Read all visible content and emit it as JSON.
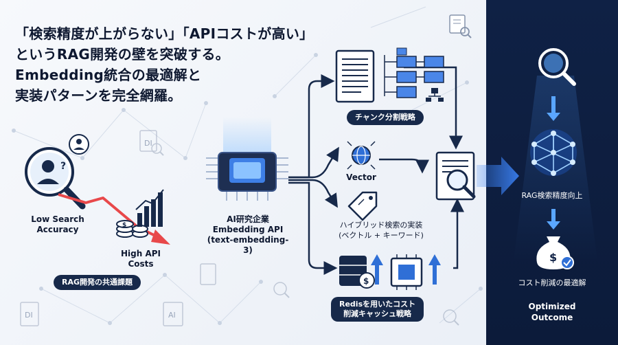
{
  "headline": {
    "line1": "「検索精度が上がらない」「APIコストが高い」",
    "line2": "というRAG開発の壁を突破する。",
    "line3": "Embedding統合の最適解と",
    "line4": "実装パターンを完全網羅。"
  },
  "left": {
    "low_search_line1": "Low Search",
    "low_search_line2": "Accuracy",
    "high_api_line1": "High API",
    "high_api_line2": "Costs",
    "common_issues": "RAG開発の共通課題",
    "doc_icon_text_1": "DI",
    "doc_icon_text_2": "AI",
    "doc_icon_text_3": "DI"
  },
  "center": {
    "chip_line1": "AI研究企業",
    "chip_line2": "Embedding API",
    "chip_line3": "(text-embedding-3)"
  },
  "middle": {
    "chunk_strategy": "チャンク分割戦略",
    "vector": "Vector",
    "hybrid_line1": "ハイブリッド検索の実装",
    "hybrid_line2": "(ベクトル + キーワード)",
    "redis_line1": "Redisを用いたコスト",
    "redis_line2": "削減キャッシュ戦略"
  },
  "right": {
    "accuracy_up": "RAG検索精度向上",
    "cost_opt": "コスト削減の最適解",
    "outcome_line1": "Optimized",
    "outcome_line2": "Outcome"
  },
  "colors": {
    "navy": "#17294a",
    "accent_blue": "#2f6fd6",
    "red_arrow": "#e8484a",
    "panel_bg": "#0f2145",
    "glow": "#6fb4ff"
  }
}
